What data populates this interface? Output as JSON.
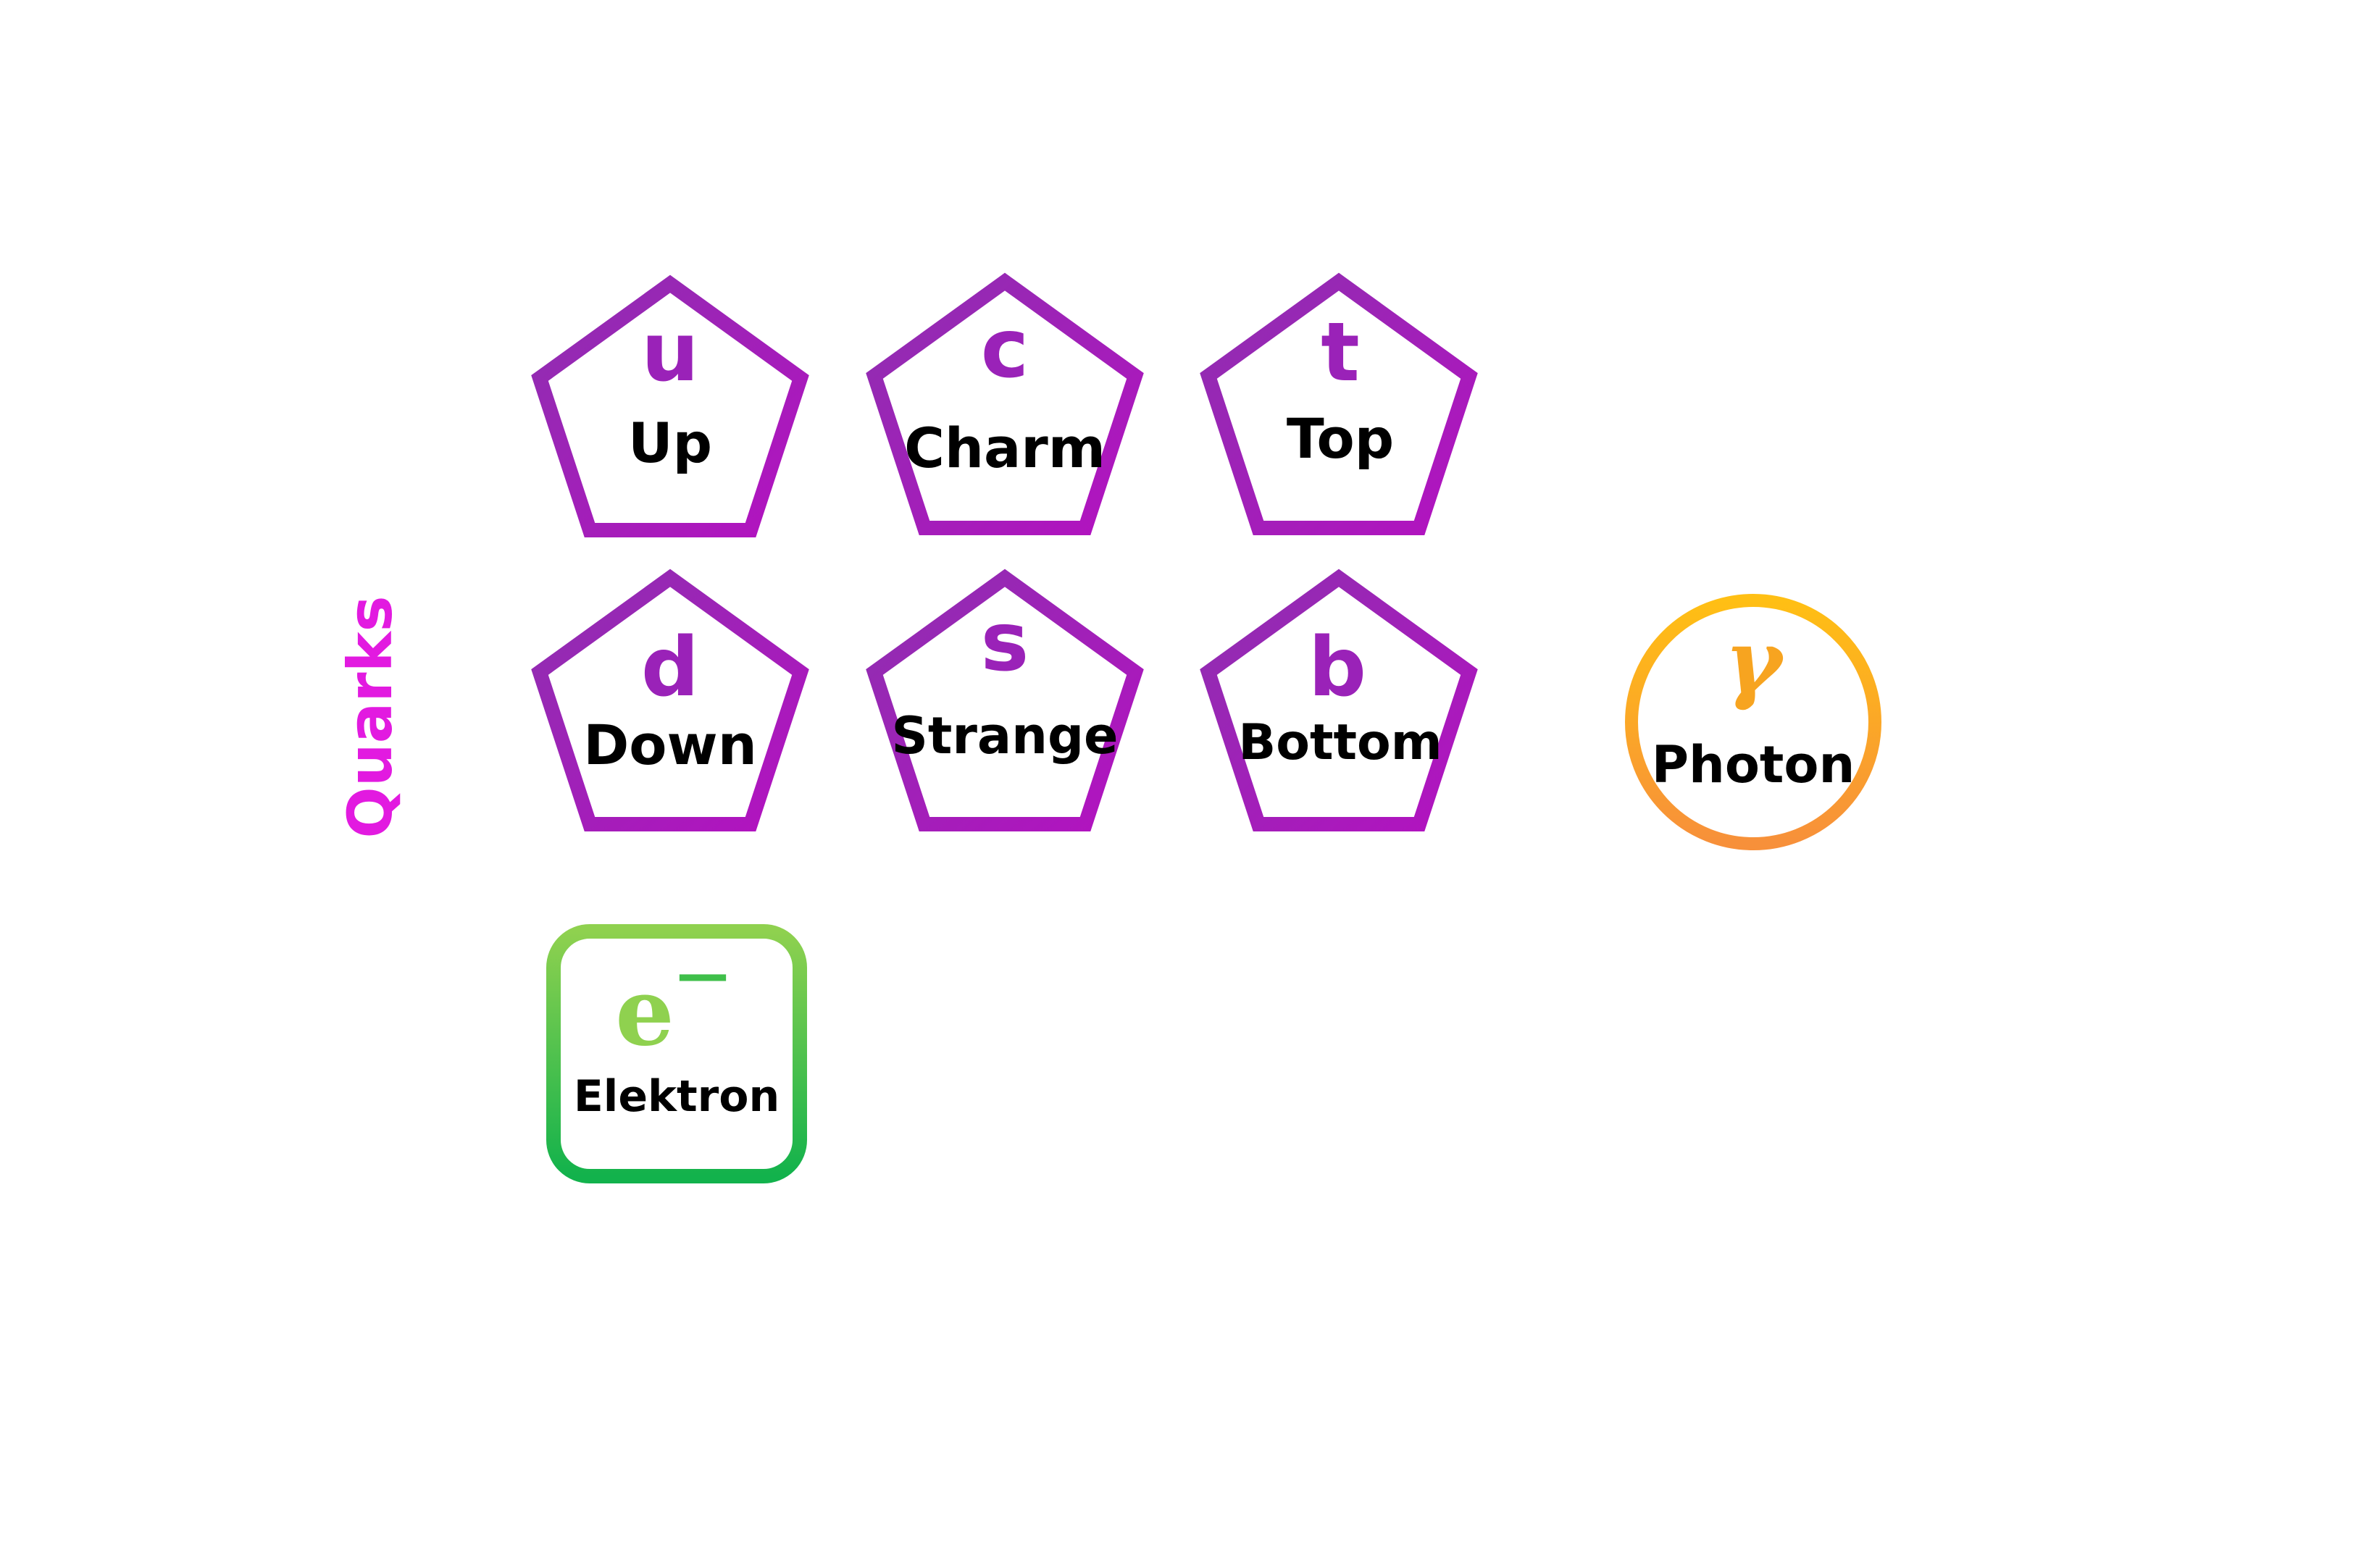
{
  "group_label": "Quarks",
  "quarks": [
    {
      "symbol": "u",
      "name": "Up"
    },
    {
      "symbol": "c",
      "name": "Charm"
    },
    {
      "symbol": "t",
      "name": "Top"
    },
    {
      "symbol": "d",
      "name": "Down"
    },
    {
      "symbol": "s",
      "name": "Strange"
    },
    {
      "symbol": "b",
      "name": "Bottom"
    }
  ],
  "photon": {
    "symbol": "γ",
    "name": "Photon"
  },
  "electron": {
    "symbol": "e",
    "superscript": "—",
    "name": "Elektron"
  },
  "colors": {
    "quark_stroke_start": "#8e2fb0",
    "quark_stroke_end": "#b312c0",
    "quark_symbol": "#9a22b8",
    "quarks_label": "#e21ae0",
    "photon_start": "#ffbf14",
    "photon_end": "#f7903a",
    "photon_symbol": "#f7a420",
    "electron_start": "#8fd14f",
    "electron_end": "#12b24c",
    "electron_symbol": "#8fd14f",
    "electron_super": "#3fbf4a",
    "text": "#000000"
  }
}
